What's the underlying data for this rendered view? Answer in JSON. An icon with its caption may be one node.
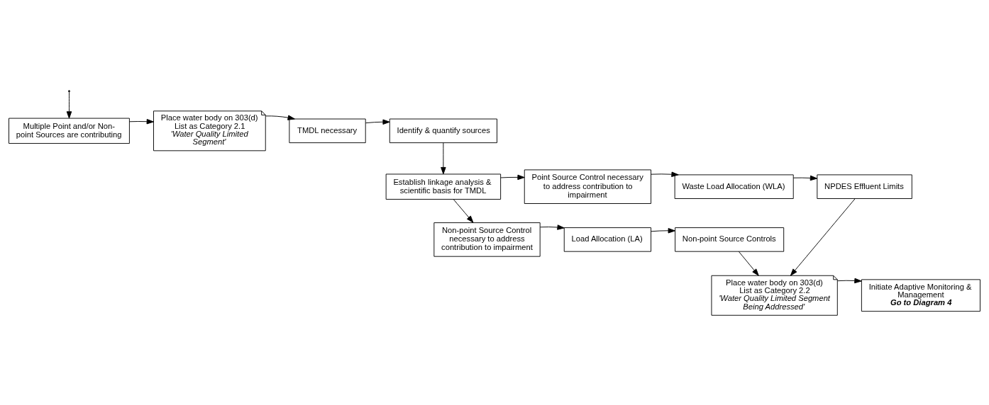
{
  "diagram": {
    "nodes": [
      {
        "text": [
          "Multiple Point and/or Non-point Sources are contributing"
        ]
      },
      {
        "text": [
          "Place water body on 303(d) List as Category 2.1",
          "'Water Quality Limited Segment'"
        ]
      },
      {
        "text": [
          "TMDL necessary"
        ]
      },
      {
        "text": [
          "Identify & quantify sources"
        ]
      },
      {
        "text": [
          "Establish linkage analysis & scientific basis for TMDL"
        ]
      },
      {
        "text": [
          "Point Source Control necessary to address contribution to impairment"
        ]
      },
      {
        "text": [
          "Non-point Source Control necessary to address contribution to impairment"
        ]
      },
      {
        "text": [
          "Waste Load Allocation (WLA)"
        ]
      },
      {
        "text": [
          "Load Allocation (LA)"
        ]
      },
      {
        "text": [
          "NPDES Effluent Limits"
        ]
      },
      {
        "text": [
          "Non-point Source Controls"
        ]
      },
      {
        "text": [
          "Place water body on 303(d) List as Category 2.2",
          "'Water Quality Limited Segment Being Addressed'"
        ]
      },
      {
        "text": [
          "Initiate Adaptive Monitoring & Management",
          "Go to Diagram 4"
        ]
      }
    ],
    "edges": [
      {
        "from": null,
        "to": 0,
        "arrow": "to"
      },
      {
        "from": 0,
        "to": 1,
        "arrow": "to"
      },
      {
        "from": 1,
        "to": 2,
        "arrow": "to"
      },
      {
        "from": 2,
        "to": 3,
        "arrow": "to"
      },
      {
        "from": 3,
        "to": 4,
        "arrow": "to"
      },
      {
        "from": 4,
        "to": 5,
        "arrow": "to"
      },
      {
        "from": 4,
        "to": 6,
        "arrow": "to"
      },
      {
        "from": 5,
        "to": 7,
        "arrow": "to"
      },
      {
        "from": 6,
        "to": 8,
        "arrow": "to"
      },
      {
        "from": 7,
        "to": 9,
        "arrow": "to"
      },
      {
        "from": 8,
        "to": 10,
        "arrow": "to"
      },
      {
        "from": 9,
        "to": 11,
        "arrow": "to"
      },
      {
        "from": 10,
        "to": 11,
        "arrow": "to"
      },
      {
        "from": 11,
        "to": 12,
        "arrow": "to"
      }
    ]
  }
}
